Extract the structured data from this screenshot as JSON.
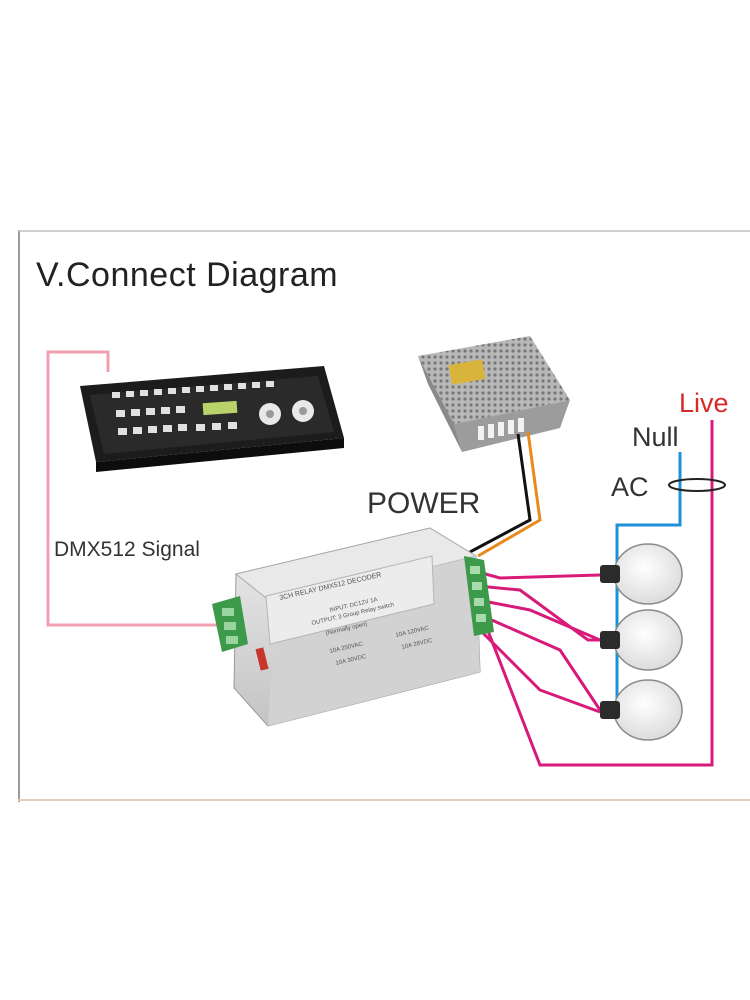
{
  "diagram": {
    "title": "V.Connect Diagram",
    "labels": {
      "power": "POWER",
      "dmx_signal": "DMX512 Signal",
      "null": "Null",
      "live": "Live",
      "ac": "AC"
    },
    "decoder": {
      "name": "3CH RELAY DMX512 DECODER",
      "input": "INPUT: DC12V 1A",
      "output": "OUTPUT: 3 Group Relay switch",
      "output_note": "(Normally open)",
      "ratings": [
        "10A 250VAC",
        "10A 120VAC",
        "10A 30VDC",
        "10A 28VDC"
      ]
    },
    "colors": {
      "signal_wire": "#f0a0b0",
      "live_wire": "#d81b7a",
      "null_wire": "#1e90d8",
      "power_orange": "#e88a1c",
      "power_black": "#111111",
      "live_text": "#d42a2a"
    }
  }
}
